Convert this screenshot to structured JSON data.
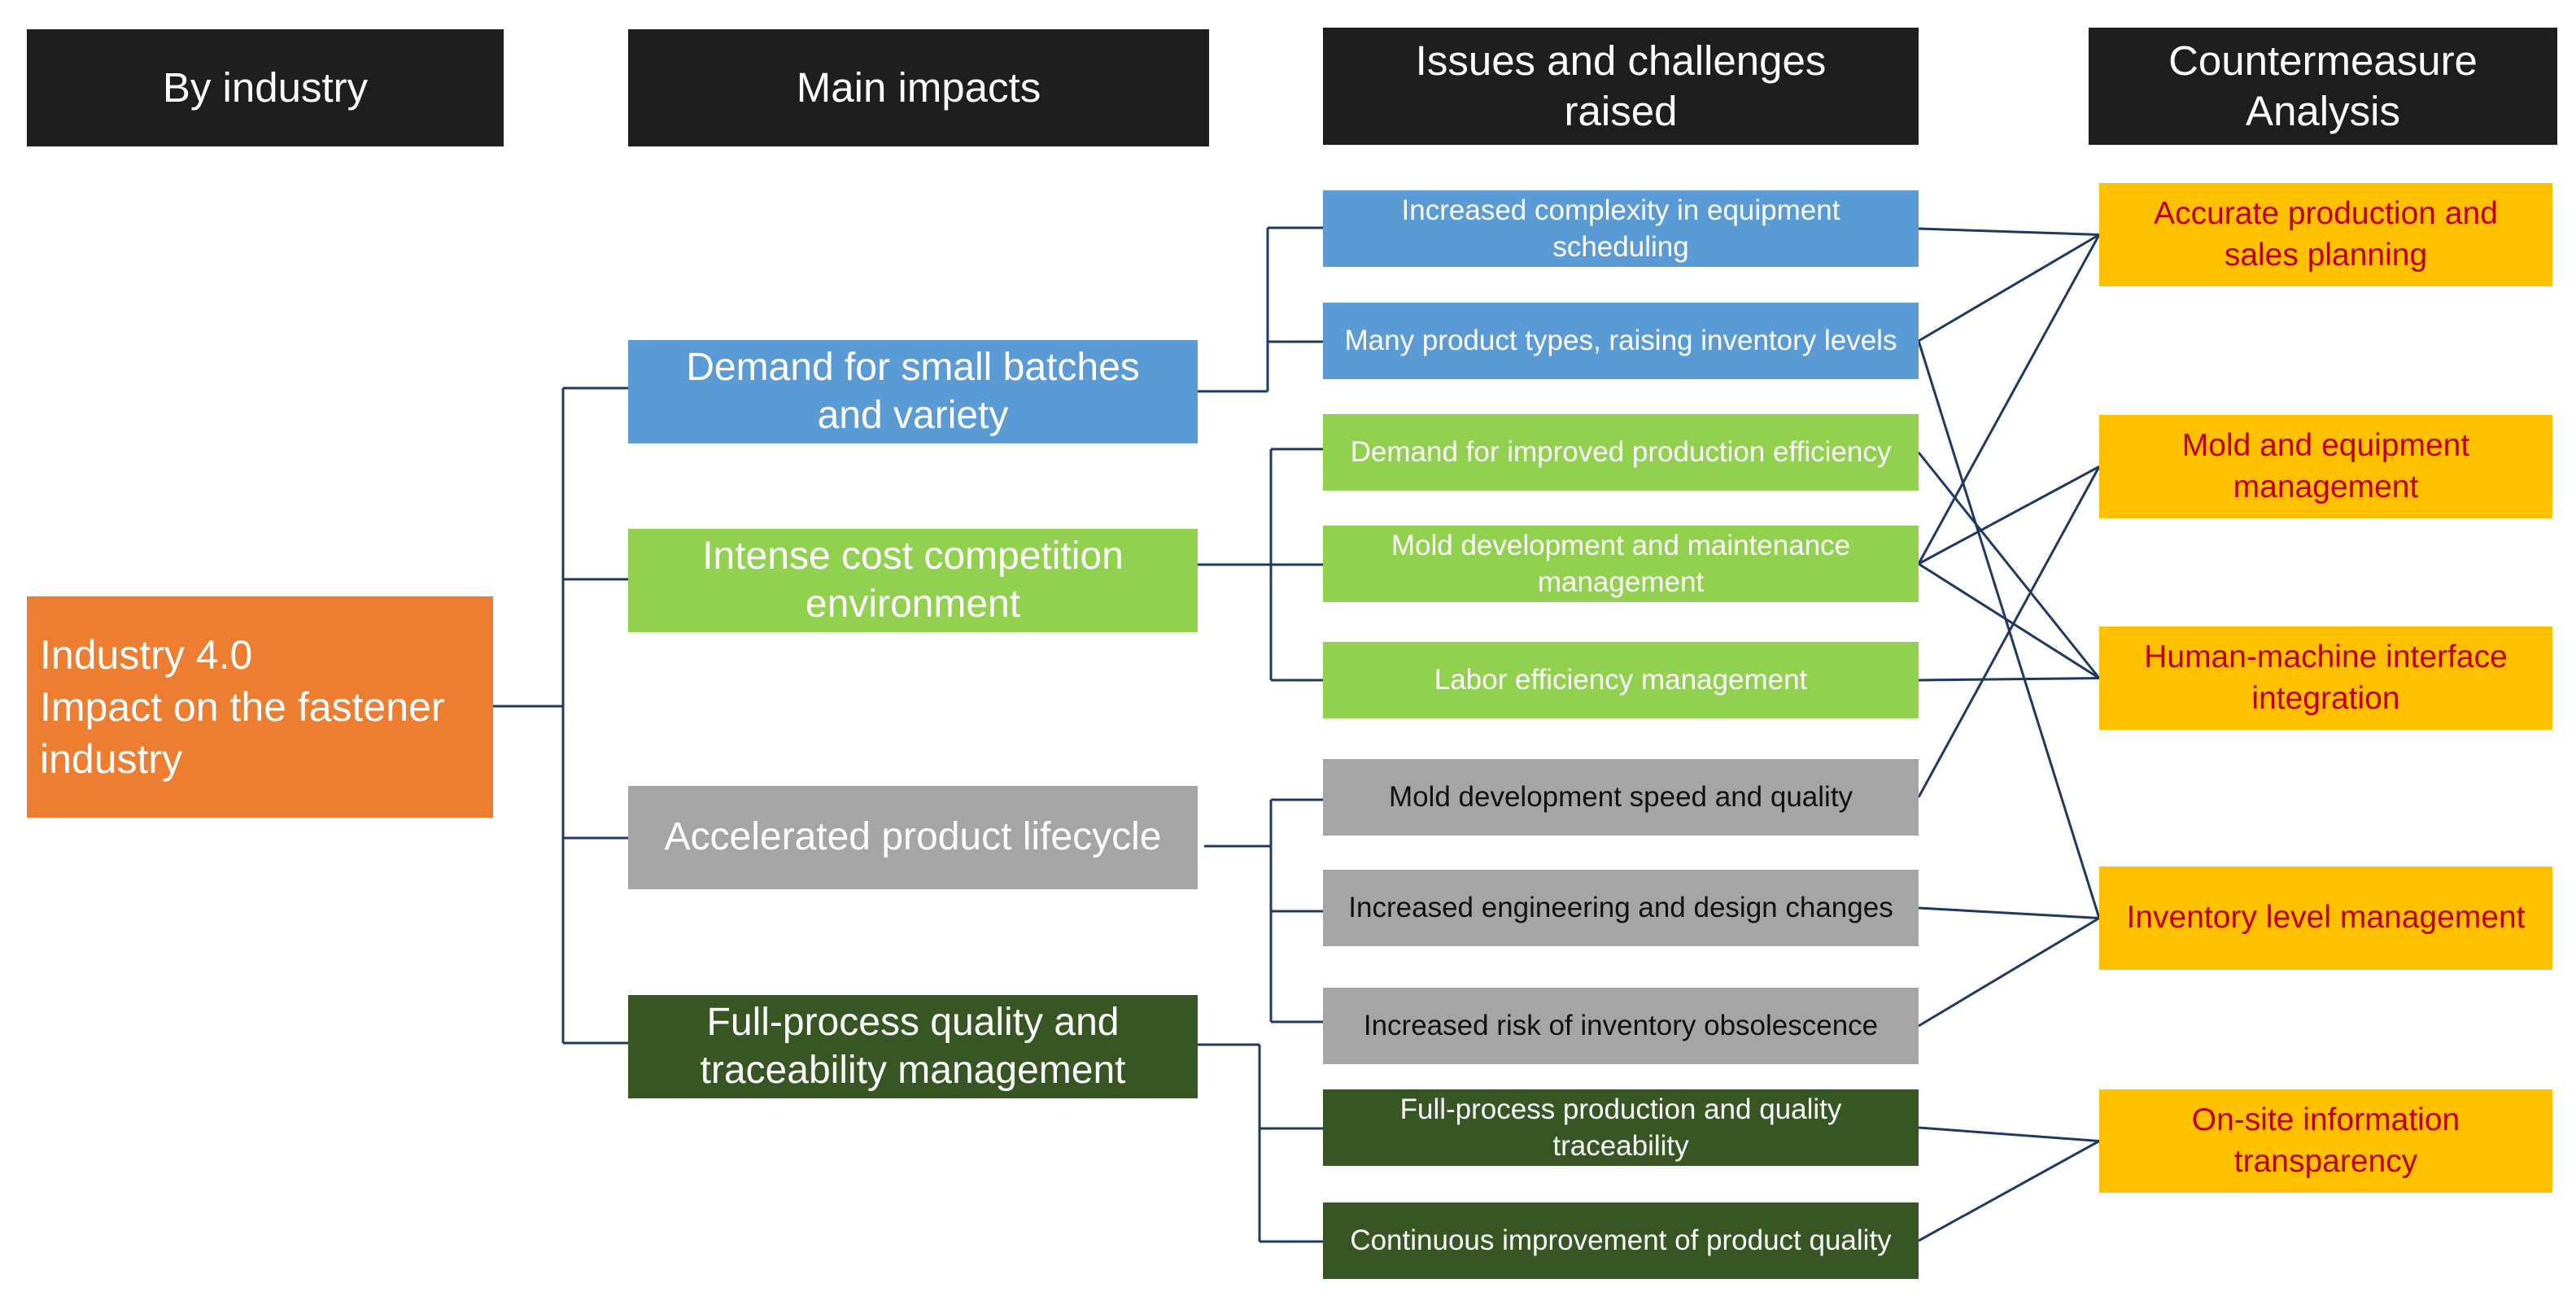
{
  "headers": {
    "industry": "By industry",
    "impacts": "Main impacts",
    "issues": "Issues and challenges raised",
    "countermeasures": "Countermeasure Analysis"
  },
  "root": {
    "line1": "Industry 4.0",
    "line2": "Impact on the fastener industry"
  },
  "impacts": [
    {
      "label": "Demand for small batches and variety",
      "color": "#5b9bd5"
    },
    {
      "label": "Intense cost competition environment",
      "color": "#92d050"
    },
    {
      "label": "Accelerated product lifecycle",
      "color": "#a5a5a5"
    },
    {
      "label": "Full-process quality and traceability management",
      "color": "#375623"
    }
  ],
  "issues": [
    {
      "label": "Increased complexity in equipment scheduling",
      "impact": 0
    },
    {
      "label": "Many product types, raising inventory levels",
      "impact": 0
    },
    {
      "label": "Demand for improved production efficiency",
      "impact": 1
    },
    {
      "label": "Mold development and maintenance management",
      "impact": 1
    },
    {
      "label": "Labor efficiency management",
      "impact": 1
    },
    {
      "label": "Mold development speed and quality",
      "impact": 2
    },
    {
      "label": "Increased engineering and design changes",
      "impact": 2
    },
    {
      "label": "Increased risk of inventory obsolescence",
      "impact": 2
    },
    {
      "label": "Full-process production and quality traceability",
      "impact": 3
    },
    {
      "label": "Continuous improvement of product quality",
      "impact": 3
    }
  ],
  "countermeasures": [
    {
      "label": "Accurate production and sales planning",
      "color": "#ffc000",
      "text_color": "#c00000"
    },
    {
      "label": "Mold and equipment management",
      "color": "#ffc000",
      "text_color": "#c00000"
    },
    {
      "label": "Human-machine interface integration",
      "color": "#ffc000",
      "text_color": "#c00000"
    },
    {
      "label": "Inventory level management",
      "color": "#ffc000",
      "text_color": "#c00000"
    },
    {
      "label": "On-site information transparency",
      "color": "#ffc000",
      "text_color": "#c00000"
    }
  ],
  "links": [
    {
      "from_issue": 0,
      "to_countermeasure": 0
    },
    {
      "from_issue": 1,
      "to_countermeasure": 0
    },
    {
      "from_issue": 1,
      "to_countermeasure": 3
    },
    {
      "from_issue": 2,
      "to_countermeasure": 2
    },
    {
      "from_issue": 3,
      "to_countermeasure": 0
    },
    {
      "from_issue": 3,
      "to_countermeasure": 1
    },
    {
      "from_issue": 3,
      "to_countermeasure": 2
    },
    {
      "from_issue": 4,
      "to_countermeasure": 2
    },
    {
      "from_issue": 5,
      "to_countermeasure": 1
    },
    {
      "from_issue": 6,
      "to_countermeasure": 3
    },
    {
      "from_issue": 7,
      "to_countermeasure": 3
    },
    {
      "from_issue": 8,
      "to_countermeasure": 4
    },
    {
      "from_issue": 9,
      "to_countermeasure": 4
    }
  ]
}
